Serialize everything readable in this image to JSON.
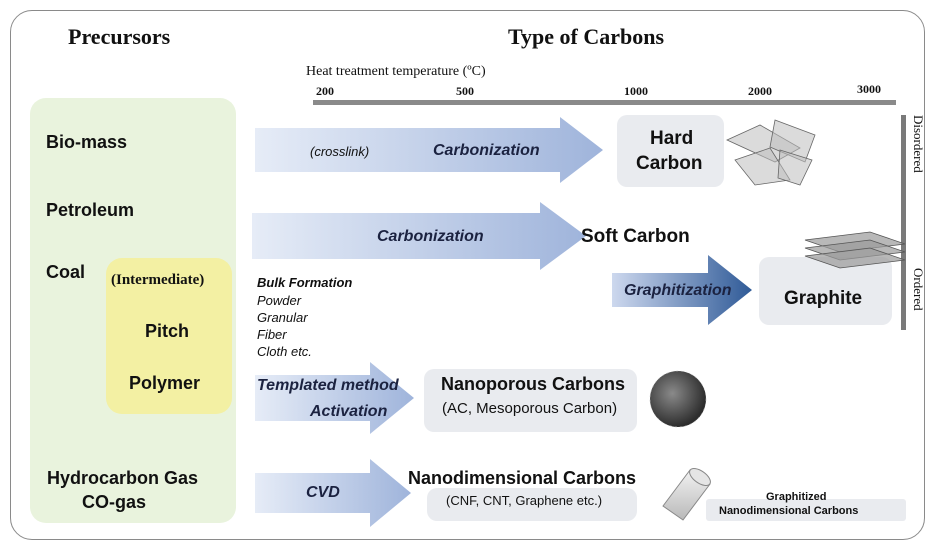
{
  "headers": {
    "precursors": "Precursors",
    "types": "Type of Carbons"
  },
  "scale": {
    "label": "Heat treatment temperature (ºC)",
    "ticks": [
      "200",
      "500",
      "1000",
      "2000",
      "3000"
    ]
  },
  "precursors": {
    "biomass": "Bio-mass",
    "petroleum": "Petroleum",
    "coal": "Coal",
    "intermediate": "(Intermediate)",
    "pitch": "Pitch",
    "polymer": "Polymer",
    "gas1": "Hydrocarbon Gas",
    "gas2": "CO-gas"
  },
  "arrows": {
    "crosslink": "(crosslink)",
    "carbonization1": "Carbonization",
    "carbonization2": "Carbonization",
    "graphitization": "Graphitization",
    "templated": "Templated method",
    "activation": "Activation",
    "cvd": "CVD"
  },
  "bulk": {
    "title": "Bulk Formation",
    "items": [
      "Powder",
      "Granular",
      "Fiber",
      "Cloth etc."
    ]
  },
  "products": {
    "hard1": "Hard",
    "hard2": "Carbon",
    "soft": "Soft Carbon",
    "graphite": "Graphite",
    "nanoporous": "Nanoporous Carbons",
    "nanoporous_sub": "(AC, Mesoporous Carbon)",
    "nanodim": "Nanodimensional Carbons",
    "nanodim_sub": "(CNF, CNT, Graphene etc.)",
    "graphitized1": "Graphitized",
    "graphitized2": "Nanodimensional Carbons"
  },
  "order_axis": {
    "top": "Disordered",
    "bottom": "Ordered"
  }
}
